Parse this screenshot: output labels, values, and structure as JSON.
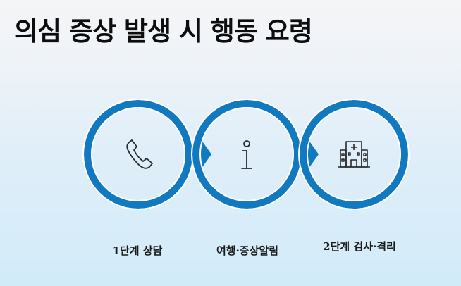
{
  "title": "의심 증상 발생 시 행동 요령",
  "colors": {
    "ring": "#1079c0",
    "ring_inner": "#ffffff",
    "icon_stroke": "#2a2a2a",
    "title": "#0d0d0d"
  },
  "steps": [
    {
      "label": "1단계 상담",
      "icon": "phone-icon"
    },
    {
      "label": "여행·증상알림",
      "icon": "info-icon"
    },
    {
      "label": "2단계 검사·격리",
      "icon": "hospital-icon"
    }
  ]
}
